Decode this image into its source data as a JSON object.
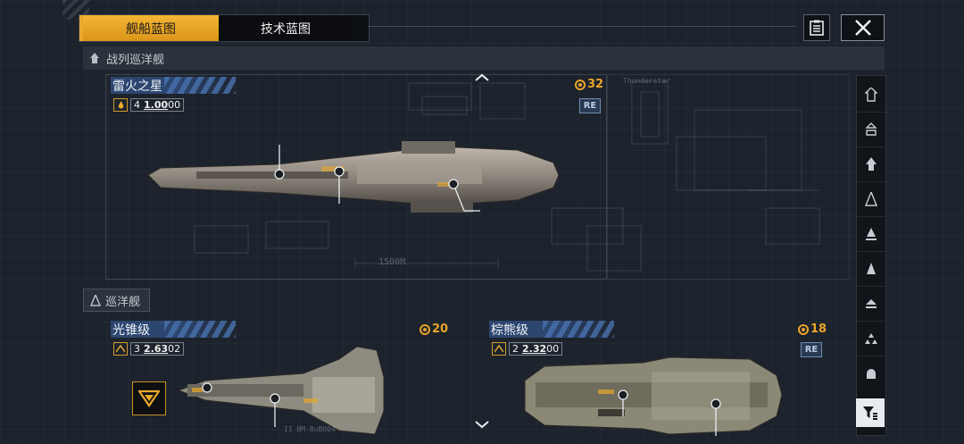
{
  "tabs": [
    {
      "label": "舰船蓝图",
      "active": true
    },
    {
      "label": "技术蓝图",
      "active": false
    }
  ],
  "sections": [
    {
      "label": "战列巡洋舰"
    },
    {
      "label": "巡洋舰"
    }
  ],
  "ships": [
    {
      "name": "雷火之星",
      "stat_level": "4",
      "stat_value": "1.00",
      "stat_suffix": "00",
      "cost": "32",
      "badge": "RE"
    },
    {
      "name": "光锥级",
      "stat_level": "3",
      "stat_value": "2.63",
      "stat_suffix": "02",
      "cost": "20",
      "badge": ""
    },
    {
      "name": "棕熊级",
      "stat_level": "2",
      "stat_value": "2.32",
      "stat_suffix": "00",
      "cost": "18",
      "badge": "RE"
    }
  ],
  "blueprint_labels": {
    "scale": "1500M",
    "thunderstar": "Thunderstar",
    "lower_caption": "II  BM-BuB004"
  },
  "rail": [
    {
      "icon": "battlecruiser-class-icon"
    },
    {
      "icon": "carrier-class-icon"
    },
    {
      "icon": "battleship-class-icon"
    },
    {
      "icon": "cruiser-class-icon"
    },
    {
      "icon": "destroyer-class-icon"
    },
    {
      "icon": "frigate-class-icon"
    },
    {
      "icon": "corvette-class-icon"
    },
    {
      "icon": "aircraft-class-icon"
    },
    {
      "icon": "auxiliary-class-icon"
    }
  ],
  "colors": {
    "accent": "#e8a92b",
    "title_bar": "#2e4a78",
    "re_badge": "#6e8cb0"
  }
}
